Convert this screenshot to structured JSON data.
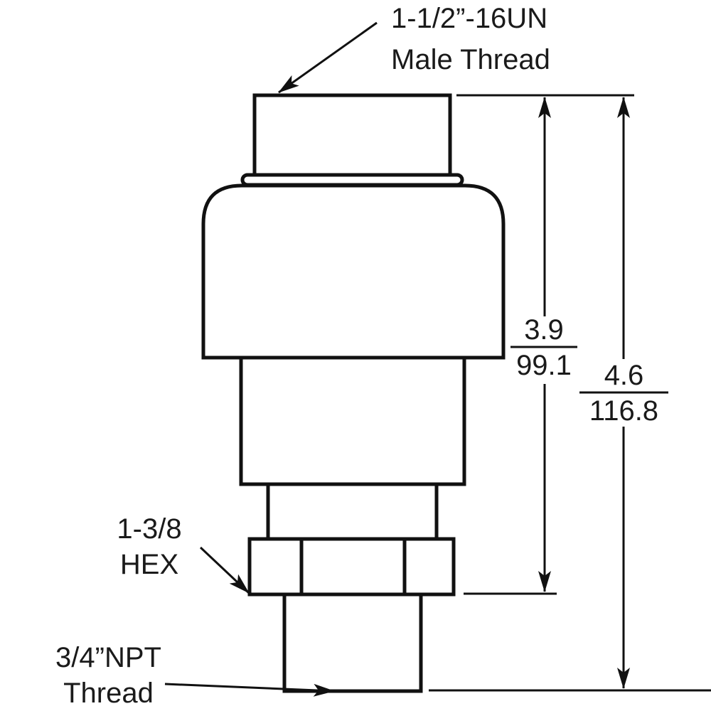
{
  "labels": {
    "top_thread_line1": "1-1/2”-16UN",
    "top_thread_line2": "Male Thread",
    "hex_line1": "1-3/8",
    "hex_line2": "HEX",
    "npt_line1": "3/4”NPT",
    "npt_line2": "Thread"
  },
  "dimensions": {
    "short": {
      "inches": "3.9",
      "mm": "99.1"
    },
    "overall": {
      "inches": "4.6",
      "mm": "116.8"
    }
  },
  "colors": {
    "line": "#111111",
    "background": "#ffffff"
  }
}
